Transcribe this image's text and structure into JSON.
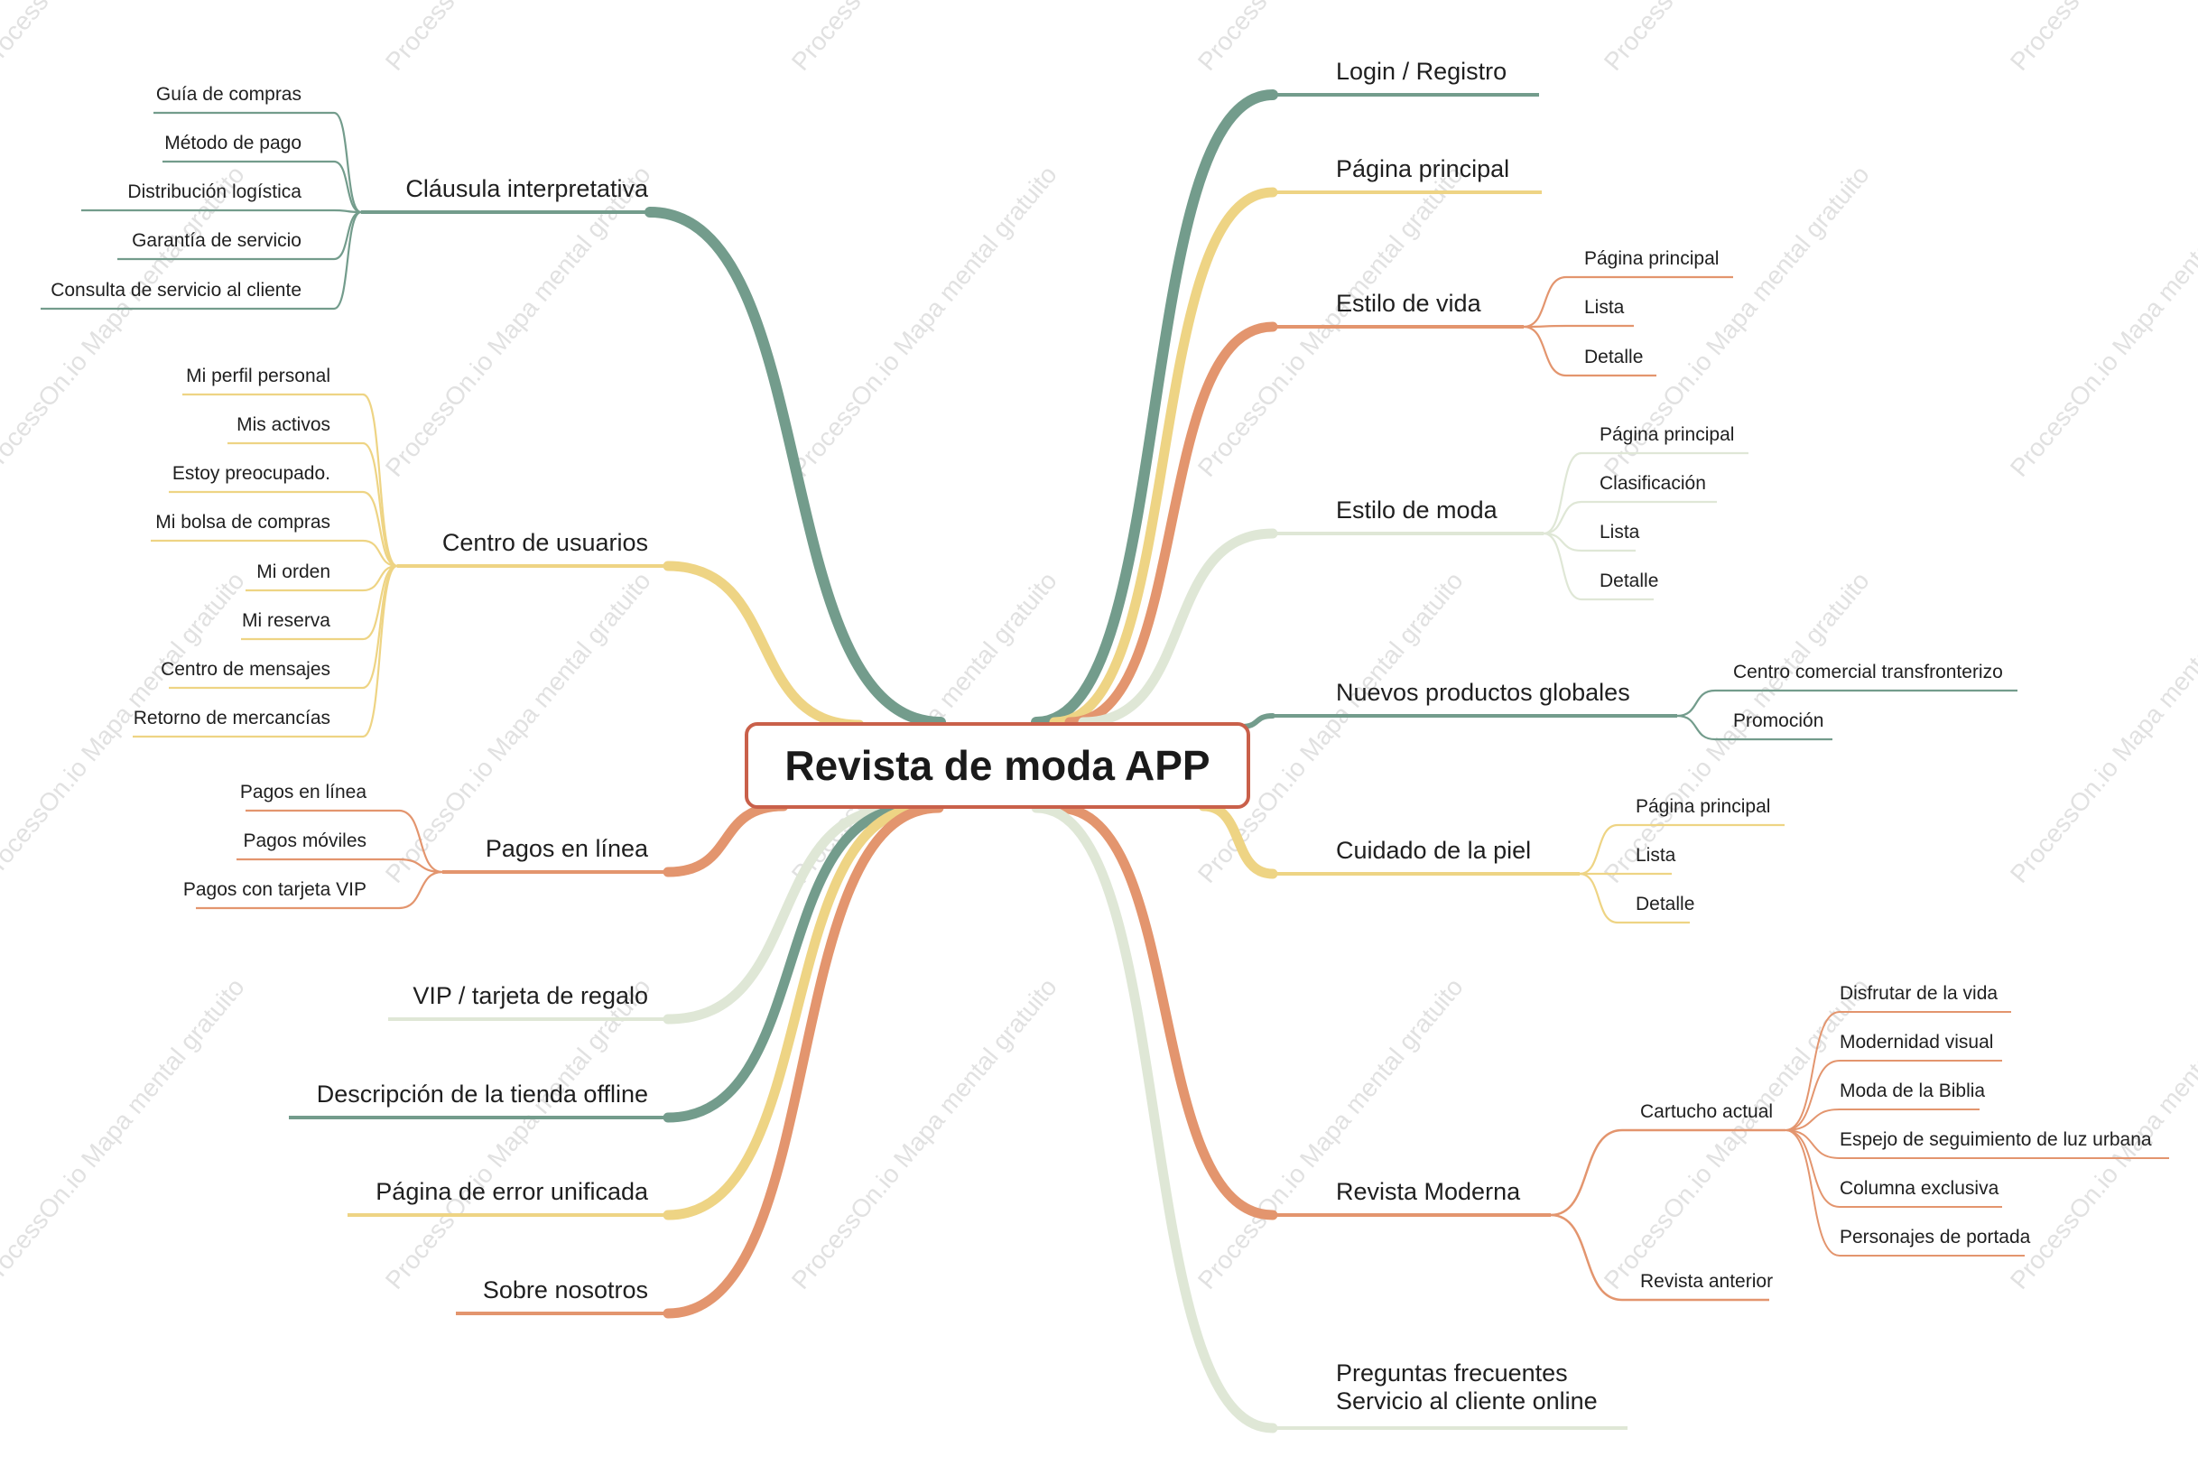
{
  "colors": {
    "teal": "#739c8c",
    "yellow": "#eed484",
    "orange": "#e3956e",
    "pale": "#dfe7d6",
    "center_border": "#c9604a"
  },
  "watermark": "ProcessOn.io Mapa mental gratuito",
  "center": {
    "label": "Revista de moda APP"
  },
  "right_branches": [
    {
      "label": "Login / Registro",
      "color": "teal",
      "children": []
    },
    {
      "label": "Página principal",
      "color": "yellow",
      "children": []
    },
    {
      "label": "Estilo de vida",
      "color": "orange",
      "children": [
        {
          "label": "Página principal"
        },
        {
          "label": "Lista"
        },
        {
          "label": "Detalle"
        }
      ]
    },
    {
      "label": "Estilo de moda",
      "color": "pale",
      "children": [
        {
          "label": "Página principal"
        },
        {
          "label": "Clasificación"
        },
        {
          "label": "Lista"
        },
        {
          "label": "Detalle"
        }
      ]
    },
    {
      "label": "Nuevos productos globales",
      "color": "teal",
      "children": [
        {
          "label": "Centro comercial transfronterizo"
        },
        {
          "label": "Promoción"
        }
      ]
    },
    {
      "label": "Cuidado de la piel",
      "color": "yellow",
      "children": [
        {
          "label": "Página principal"
        },
        {
          "label": "Lista"
        },
        {
          "label": "Detalle"
        }
      ]
    },
    {
      "label": "Revista Moderna",
      "color": "orange",
      "children": [
        {
          "label": "Cartucho actual",
          "children": [
            {
              "label": "Disfrutar de la vida"
            },
            {
              "label": "Modernidad visual"
            },
            {
              "label": "Moda de la Biblia"
            },
            {
              "label": "Espejo de seguimiento de luz urbana"
            },
            {
              "label": "Columna exclusiva"
            },
            {
              "label": "Personajes de portada"
            }
          ]
        },
        {
          "label": "Revista anterior",
          "children": []
        }
      ]
    },
    {
      "label": "Preguntas frecuentes\nServicio al cliente online",
      "color": "pale",
      "children": []
    }
  ],
  "left_branches": [
    {
      "label": "Cláusula interpretativa",
      "color": "teal",
      "children": [
        {
          "label": "Guía de compras"
        },
        {
          "label": "Método de pago"
        },
        {
          "label": "Distribución logística"
        },
        {
          "label": "Garantía de servicio"
        },
        {
          "label": "Consulta de servicio al cliente"
        }
      ]
    },
    {
      "label": "Centro de usuarios",
      "color": "yellow",
      "children": [
        {
          "label": "Mi perfil personal"
        },
        {
          "label": "Mis activos"
        },
        {
          "label": "Estoy preocupado."
        },
        {
          "label": "Mi bolsa de compras"
        },
        {
          "label": "Mi orden"
        },
        {
          "label": "Mi reserva"
        },
        {
          "label": "Centro de mensajes"
        },
        {
          "label": "Retorno de mercancías"
        }
      ]
    },
    {
      "label": "Pagos en línea",
      "color": "orange",
      "children": [
        {
          "label": "Pagos en línea"
        },
        {
          "label": "Pagos móviles"
        },
        {
          "label": "Pagos con tarjeta VIP"
        }
      ]
    },
    {
      "label": "VIP / tarjeta de regalo",
      "color": "pale",
      "children": []
    },
    {
      "label": "Descripción de la tienda offline",
      "color": "teal",
      "children": []
    },
    {
      "label": "Página de error unificada",
      "color": "yellow",
      "children": []
    },
    {
      "label": "Sobre nosotros",
      "color": "orange",
      "children": []
    }
  ]
}
